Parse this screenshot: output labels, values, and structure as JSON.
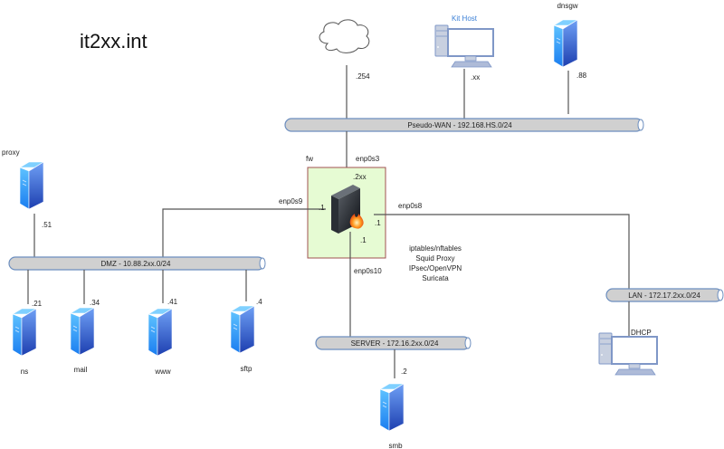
{
  "title": "it2xx.int",
  "networks": {
    "wan": {
      "label": "Pseudo-WAN - 192.168.HS.0/24"
    },
    "dmz": {
      "label": "DMZ - 10.88.2xx.0/24"
    },
    "server": {
      "label": "SERVER - 172.16.2xx.0/24"
    },
    "lan": {
      "label": "LAN - 172.17.2xx.0/24"
    }
  },
  "wan_nodes": {
    "internet": {
      "name": "",
      "ip": ".254"
    },
    "kit_host": {
      "name": "Kit Host",
      "ip": ".xx"
    },
    "dnsgw": {
      "name": "dnsgw",
      "ip": ".88"
    }
  },
  "firewall": {
    "name": "fw",
    "ifaces": {
      "wan": {
        "name": "enp0s3",
        "ip": ".2xx"
      },
      "dmz": {
        "name": "enp0s9",
        "ip": ".1"
      },
      "lan": {
        "name": "enp0s8",
        "ip": ".1"
      },
      "server": {
        "name": "enp0s10",
        "ip": ".1"
      }
    },
    "services": [
      "iptables/nftables",
      "Squid Proxy",
      "IPsec/OpenVPN",
      "Suricata"
    ]
  },
  "dmz_nodes": {
    "proxy": {
      "name": "proxy",
      "ip": ".51"
    },
    "ns": {
      "name": "ns",
      "ip": ".21"
    },
    "mail": {
      "name": "mail",
      "ip": ".34"
    },
    "www": {
      "name": "www",
      "ip": ".41"
    },
    "sftp": {
      "name": "sftp",
      "ip": ".4"
    }
  },
  "server_nodes": {
    "smb": {
      "name": "smb",
      "ip": ".2"
    }
  },
  "lan_nodes": {
    "client": {
      "name": "DHCP"
    }
  },
  "colors": {
    "bus_fill": "#d0d0d0",
    "bus_stroke": "#6c8ebf",
    "fw_box_fill": "#e6fbd3",
    "fw_box_stroke": "#a05050",
    "server_blue": "#2f6fe0",
    "pc_stroke": "#7f97c7",
    "kit_host_label": "#3a7fd6"
  }
}
